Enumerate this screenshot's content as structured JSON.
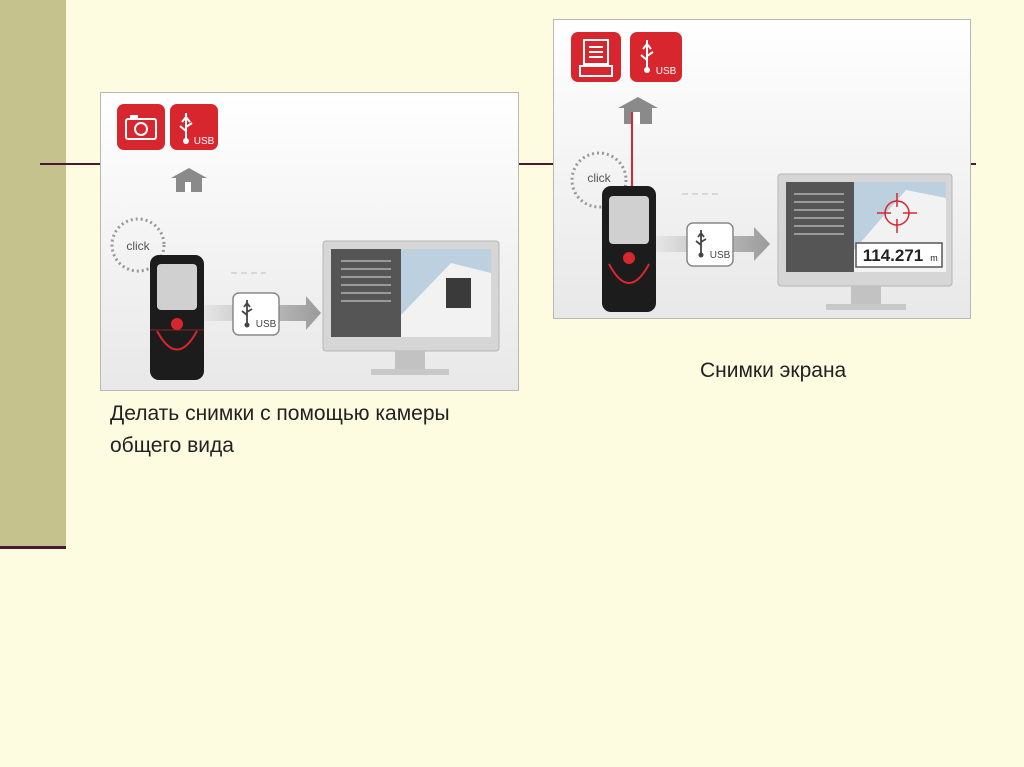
{
  "slide": {
    "caption_left_line1": "Делать снимки с помощью камеры",
    "caption_left_line2": "общего вида",
    "caption_right": "Снимки экрана"
  },
  "panel_left": {
    "icons": [
      "camera-icon",
      "usb-icon",
      "house-icon",
      "click-icon",
      "usb-icon"
    ],
    "click_label": "click",
    "usb_label": "USB",
    "usb_badge_label": "USB"
  },
  "panel_right": {
    "icons": [
      "screen-capture-icon",
      "usb-icon",
      "house-icon",
      "click-icon",
      "usb-icon",
      "crosshair-icon"
    ],
    "click_label": "click",
    "usb_label": "USB",
    "usb_badge_label": "USB",
    "measurement": "114.271",
    "measurement_unit": "m"
  },
  "colors": {
    "background": "#fdfbe0",
    "sidebar": "#c5c28e",
    "rule": "#4a1830",
    "accent_red": "#d8262f"
  }
}
